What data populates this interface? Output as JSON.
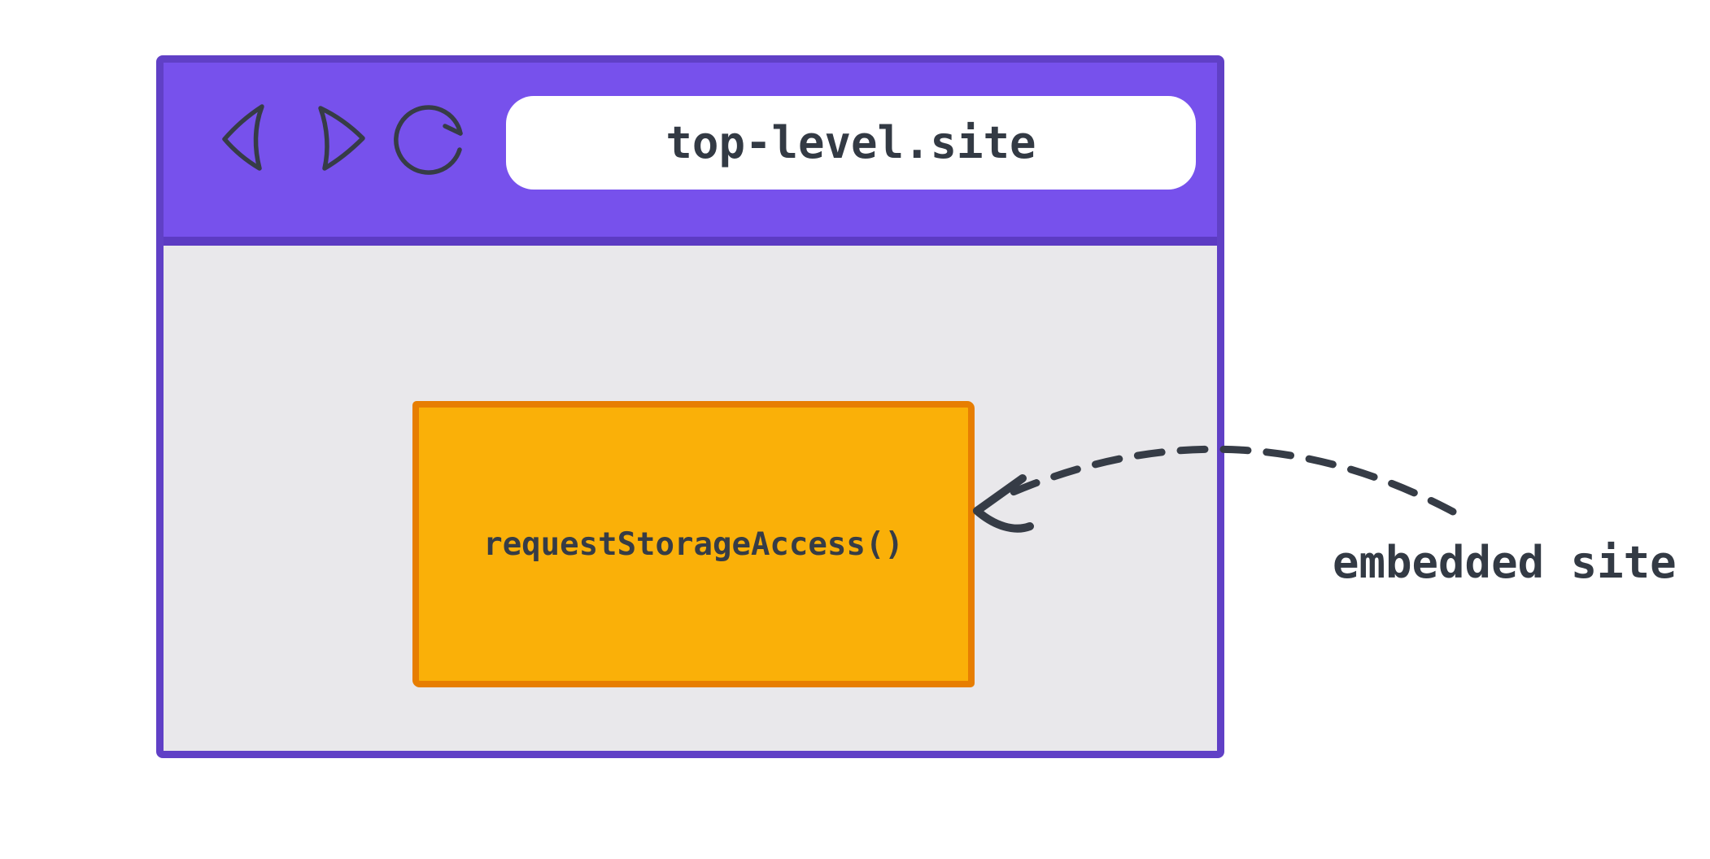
{
  "diagram": {
    "browser": {
      "url": "top-level.site",
      "toolbar_icons": [
        "back-icon",
        "forward-icon",
        "reload-icon"
      ]
    },
    "embedded_frame": {
      "label": "requestStorageAccess()"
    },
    "annotation": {
      "label": "embedded site",
      "arrow": "dashed-arrow pointing from label to embedded frame"
    },
    "colors": {
      "canvas_background": "#FFFFFF",
      "topbar_purple": "#7751EC",
      "window_border_purple": "#6040C6",
      "topbar_separator_purple": "#5C3BC3",
      "content_gray": "#E9E8EB",
      "url_bar_white": "#FFFFFF",
      "frame_orange_fill": "#FAB008",
      "frame_orange_border": "#E77E02",
      "ink_dark": "#363C46"
    }
  }
}
